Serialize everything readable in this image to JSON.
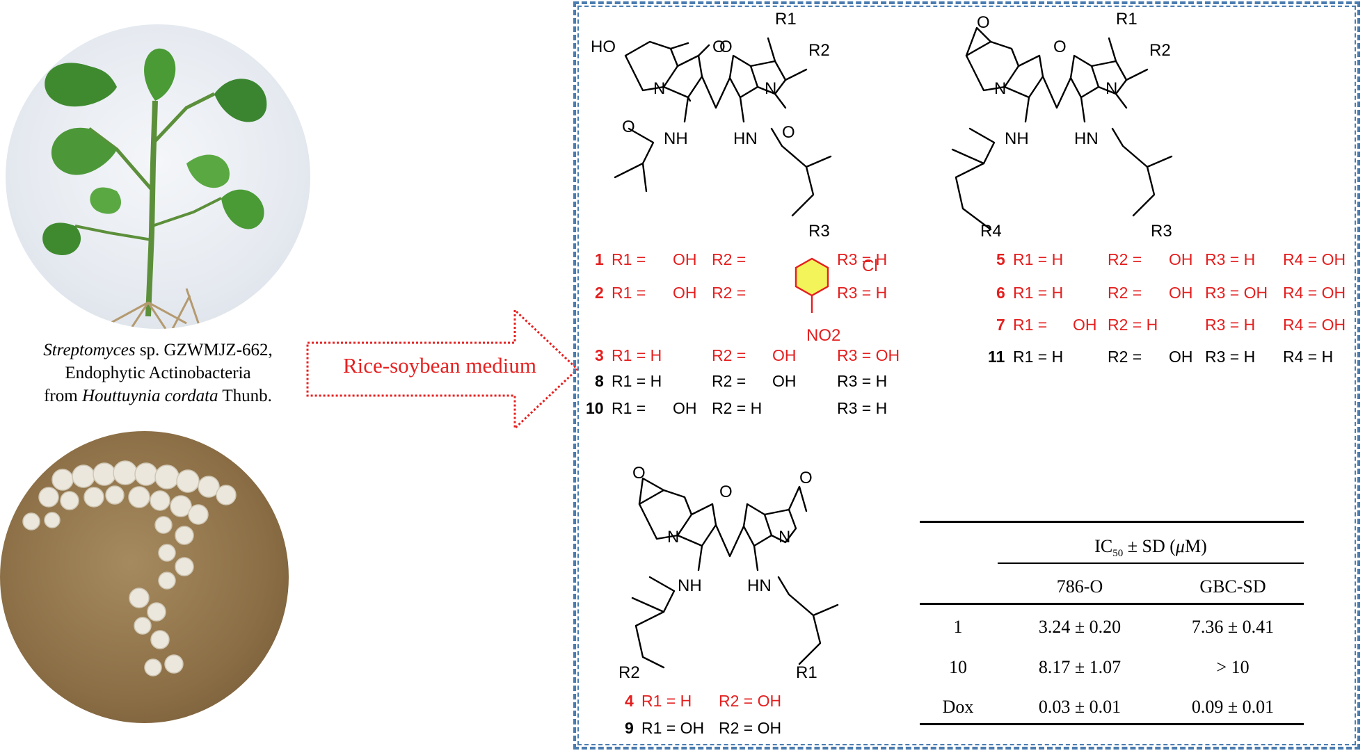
{
  "caption": {
    "line1_italic": "Streptomyces",
    "line1_rest": " sp. GZWMJZ-662,",
    "line2": "Endophytic Actinobacteria",
    "line3_pre": "from ",
    "line3_italic": "Houttuynia cordata",
    "line3_post": " Thunb."
  },
  "arrow_label": "Rice-soybean medium",
  "colors": {
    "highlight": "#e41e1e",
    "panel_border": "#4a7cb0",
    "ring_fill": "#f3f35a"
  },
  "structure_labels": {
    "R1": "R1",
    "R2": "R2",
    "R3": "R3",
    "R4": "R4",
    "HO": "HO",
    "O": "O",
    "N": "N",
    "NH": "NH",
    "HN": "HN",
    "Cl": "Cl",
    "NO2": "NO2"
  },
  "compounds_A": [
    {
      "num": "1",
      "r1": "R1 = ",
      "r1v": "OH",
      "r2": "R2 = ",
      "r2v": "Cl",
      "r3": "R3 = H",
      "color": "red"
    },
    {
      "num": "2",
      "r1": "R1 = ",
      "r1v": "OH",
      "r2": "R2 = ",
      "r2v": "",
      "r3": "R3 = H",
      "color": "red"
    },
    {
      "num": "3",
      "r1": "R1 = H",
      "r1v": "",
      "r2": "R2 = ",
      "r2v": "OH",
      "r3": "R3 = OH",
      "color": "red"
    },
    {
      "num": "8",
      "r1": "R1 = H",
      "r1v": "",
      "r2": "R2 = ",
      "r2v": "OH",
      "r3": "R3 = H",
      "color": "black"
    },
    {
      "num": "10",
      "r1": "R1 = ",
      "r1v": "OH",
      "r2": "R2 = H",
      "r2v": "",
      "r3": "R3 = H",
      "color": "black"
    }
  ],
  "compounds_B": [
    {
      "num": "5",
      "r1": "R1 = H",
      "r2": "R2 = ",
      "r2v": "OH",
      "r3": "R3 = H",
      "r4": "R4 = OH",
      "color": "red"
    },
    {
      "num": "6",
      "r1": "R1 = H",
      "r2": "R2 = ",
      "r2v": "OH",
      "r3": "R3 = OH",
      "r4": "R4 = OH",
      "color": "red"
    },
    {
      "num": "7",
      "r1": "R1 = ",
      "r1v": "OH",
      "r2": "R2 = H",
      "r3": "R3 = H",
      "r4": "R4 = OH",
      "color": "red"
    },
    {
      "num": "11",
      "r1": "R1 = H",
      "r2": "R2 = ",
      "r2v": "OH",
      "r3": "R3 = H",
      "r4": "R4 = H",
      "color": "black"
    }
  ],
  "compounds_C": [
    {
      "num": "4",
      "r1": "R1 = H",
      "r2": "R2 = OH",
      "color": "red"
    },
    {
      "num": "9",
      "r1": "R1 = OH",
      "r2": "R2 = OH",
      "color": "black"
    }
  ],
  "table": {
    "header": "IC50 ± SD (μM)",
    "header_main": "IC",
    "header_sub": "50",
    "header_rest": " ± SD (",
    "header_mu": "μ",
    "header_end": "M)",
    "columns": [
      "786-O",
      "GBC-SD"
    ],
    "rows": [
      {
        "label": "1",
        "v1": "3.24 ± 0.20",
        "v2": "7.36 ± 0.41"
      },
      {
        "label": "10",
        "v1": "8.17 ± 1.07",
        "v2": "> 10"
      },
      {
        "label": "Dox",
        "v1": "0.03 ± 0.01",
        "v2": "0.09 ± 0.01"
      }
    ]
  }
}
